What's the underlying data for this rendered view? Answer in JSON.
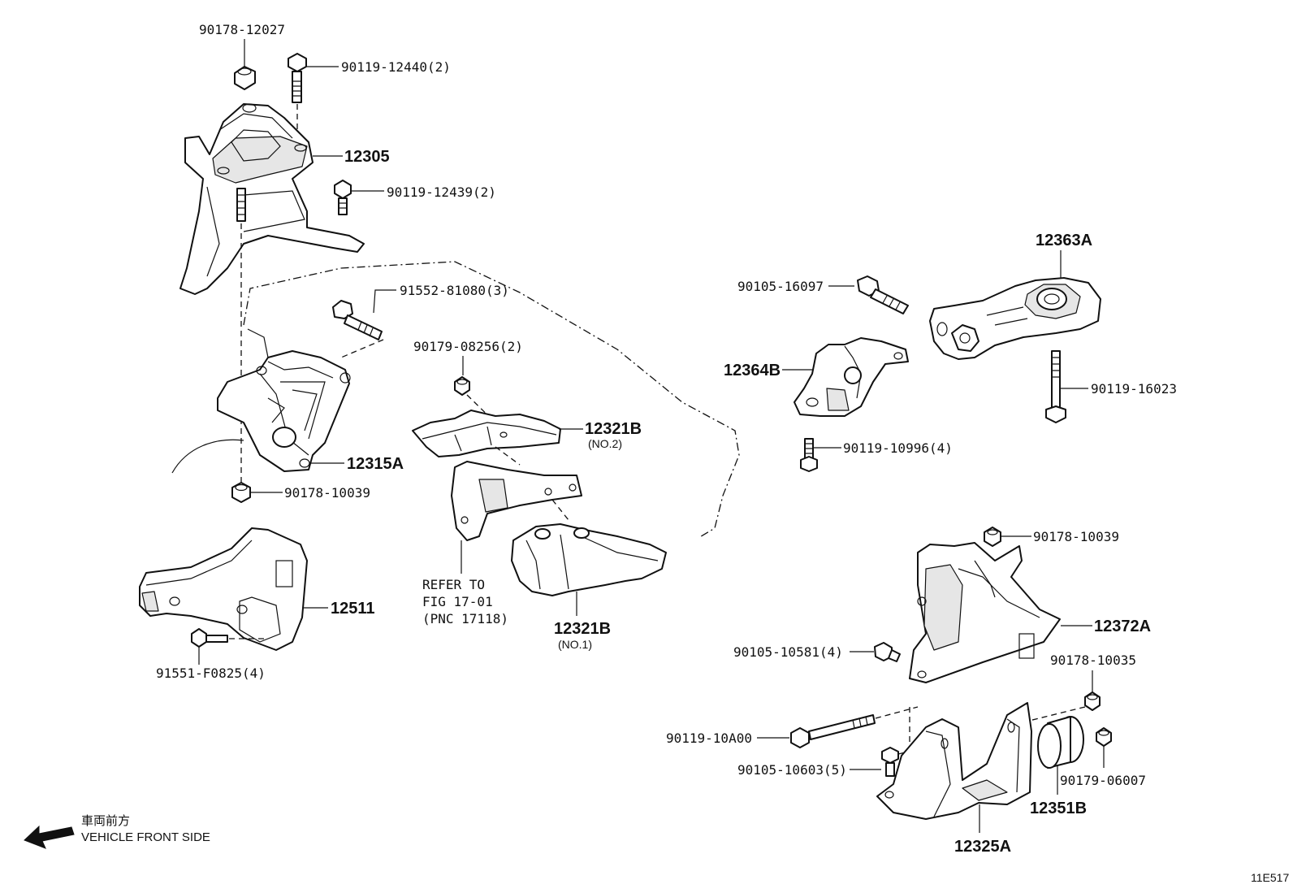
{
  "labels": {
    "p12305": "12305",
    "p12315A": "12315A",
    "p12511": "12511",
    "p12321B_top": "12321B",
    "p12321B_top_sub": "(NO.2)",
    "p12321B_bot": "12321B",
    "p12321B_bot_sub": "(NO.1)",
    "p12363A": "12363A",
    "p12364B": "12364B",
    "p12372A": "12372A",
    "p12325A": "12325A",
    "p12351B": "12351B"
  },
  "fasteners": {
    "f90178_12027": "90178-12027",
    "f90119_12440": "90119-12440(2)",
    "f90119_12439": "90119-12439(2)",
    "f91552_81080": "91552-81080(3)",
    "f90179_08256": "90179-08256(2)",
    "f90178_10039_left": "90178-10039",
    "f91551_F0825": "91551-F0825(4)",
    "f90105_16097": "90105-16097",
    "f90119_16023": "90119-16023",
    "f90119_10996": "90119-10996(4)",
    "f90178_10039_right": "90178-10039",
    "f90105_10581": "90105-10581(4)",
    "f90178_10035": "90178-10035",
    "f90119_10A00": "90119-10A00",
    "f90105_10603": "90105-10603(5)",
    "f90179_06007": "90179-06007"
  },
  "reference": {
    "line1": "REFER TO",
    "line2": "FIG 17-01",
    "line3": "(PNC 17118)"
  },
  "legend": {
    "jp": "車両前方",
    "en": "VEHICLE FRONT SIDE",
    "icon": "arrow-left-icon"
  },
  "figure_code": "11E517"
}
